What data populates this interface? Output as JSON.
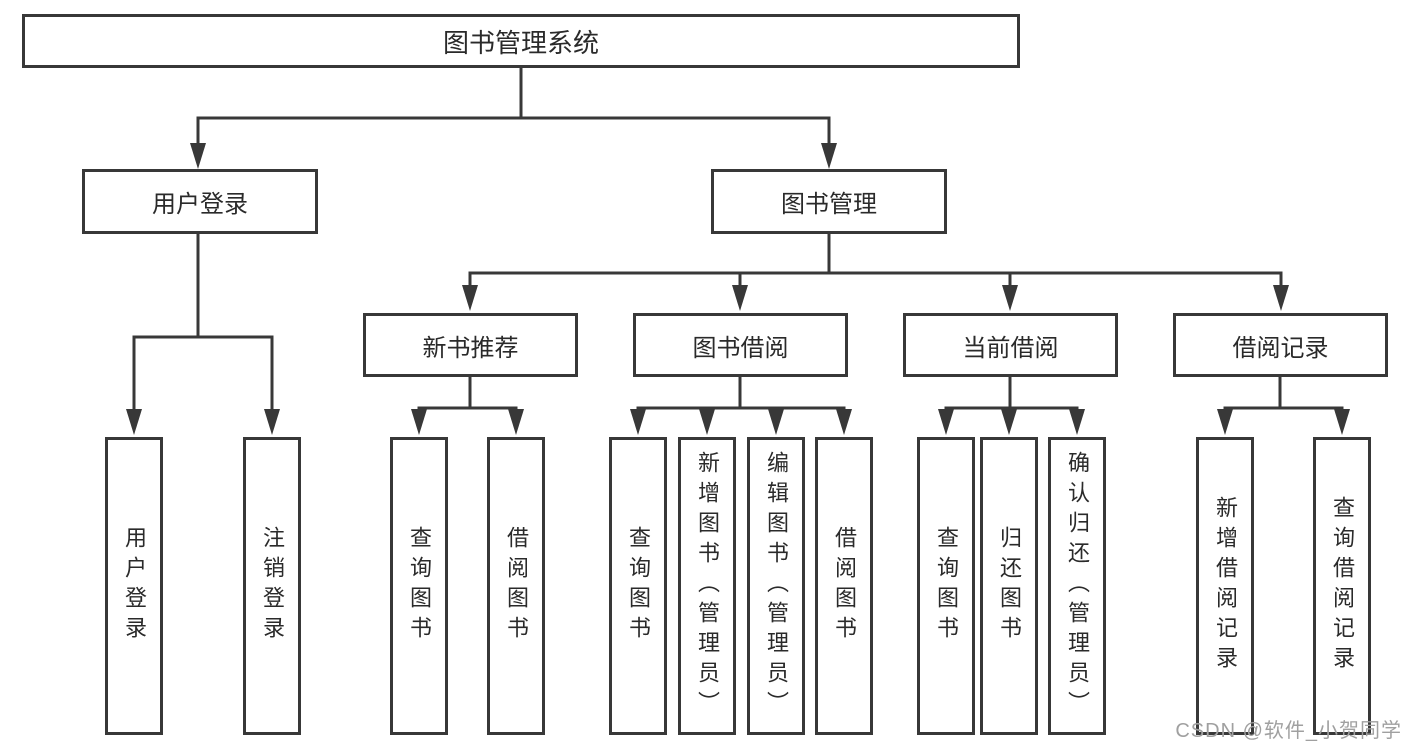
{
  "diagram_title": "图书管理系统",
  "tree": {
    "label": "图书管理系统",
    "children": [
      {
        "label": "用户登录",
        "children": [
          {
            "label": "用户登录"
          },
          {
            "label": "注销登录"
          }
        ]
      },
      {
        "label": "图书管理",
        "children": [
          {
            "label": "新书推荐",
            "children": [
              {
                "label": "查询图书"
              },
              {
                "label": "借阅图书"
              }
            ]
          },
          {
            "label": "图书借阅",
            "children": [
              {
                "label": "查询图书"
              },
              {
                "label": "新增图书（管理员）"
              },
              {
                "label": "编辑图书（管理员）"
              },
              {
                "label": "借阅图书"
              }
            ]
          },
          {
            "label": "当前借阅",
            "children": [
              {
                "label": "查询图书"
              },
              {
                "label": "归还图书"
              },
              {
                "label": "确认归还（管理员）"
              }
            ]
          },
          {
            "label": "借阅记录",
            "children": [
              {
                "label": "新增借阅记录"
              },
              {
                "label": "查询借阅记录"
              }
            ]
          }
        ]
      }
    ]
  },
  "watermark": {
    "text": "CSDN @软件_小贺同学"
  },
  "colors": {
    "line": "#383838",
    "text": "#2a2a2a",
    "box_background": "#ffffff",
    "watermark": "#a0a0a0"
  }
}
